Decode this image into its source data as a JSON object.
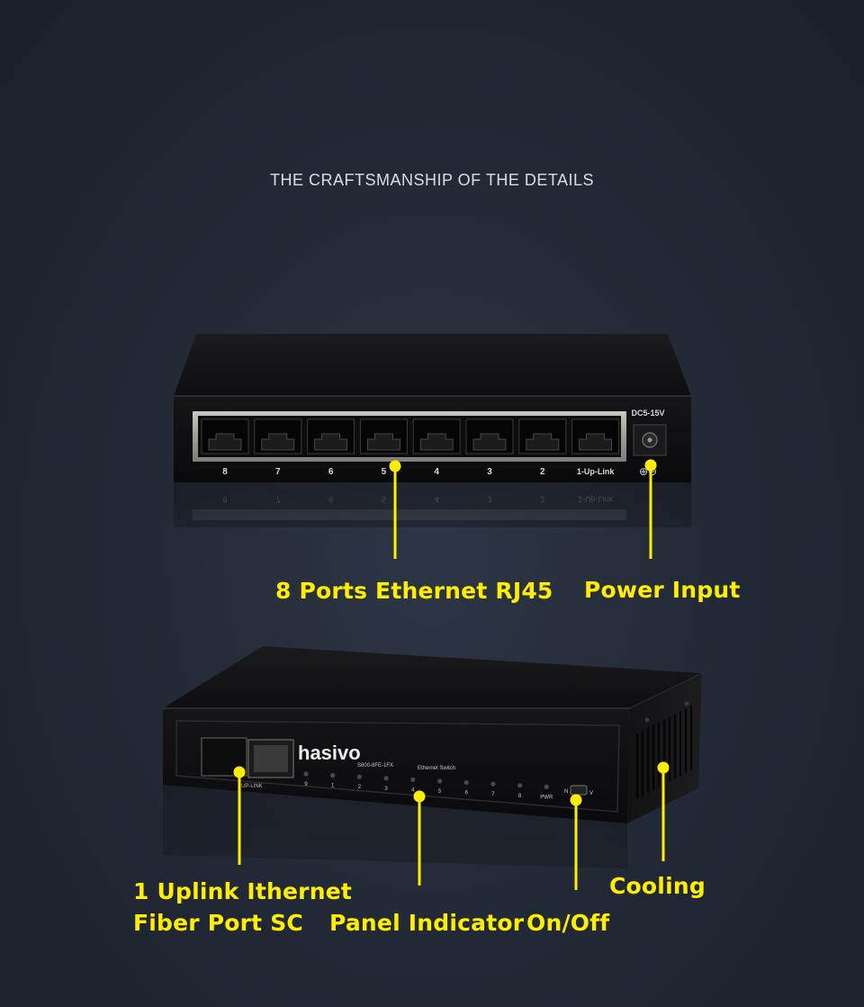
{
  "heading": "THE CRAFTSMANSHIP OF THE DETAILS",
  "colors": {
    "accent": "#ffee00",
    "background": "#232a37"
  },
  "rear_panel": {
    "power_rating": "DC5-15V",
    "port_labels": [
      "8",
      "7",
      "6",
      "5",
      "4",
      "3",
      "2",
      "1-Up-Link"
    ],
    "polarity_symbol": "⊕⊖"
  },
  "front_panel": {
    "brand": "hasivo",
    "model": "S800-8FE-1FX",
    "device_type": "Ethernet Switch",
    "uplink_label": "UP-LINK",
    "led_labels": [
      "9",
      "1",
      "2",
      "3",
      "4",
      "5",
      "6",
      "7",
      "8",
      "PWR"
    ],
    "switch_labels": [
      "N",
      "V"
    ]
  },
  "callouts": {
    "ports": "8 Ports Ethernet RJ45",
    "power": "Power Input",
    "uplink_line1": "1 Uplink Ithernet",
    "uplink_line2": "Fiber Port SC",
    "indicator": "Panel Indicator",
    "onoff": "On/Off",
    "cooling": "Cooling"
  }
}
